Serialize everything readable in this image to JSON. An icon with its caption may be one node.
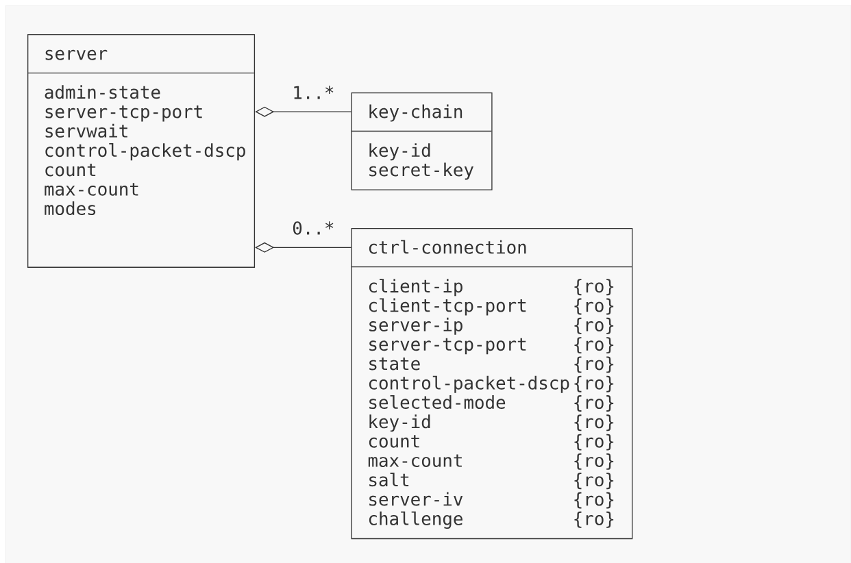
{
  "diagram": {
    "nodes": [
      {
        "text": [
          "server",
          "admin-state",
          "server-tcp-port",
          "servwait",
          "control-packet-dscp",
          "count",
          "max-count",
          "modes"
        ]
      },
      {
        "text": [
          "key-chain",
          "key-id",
          "secret-key"
        ]
      },
      {
        "text": [
          "ctrl-connection",
          "client-ip",
          "{ro}",
          "client-tcp-port",
          "{ro}",
          "server-ip",
          "{ro}",
          "server-tcp-port",
          "{ro}",
          "state",
          "{ro}",
          "control-packet-dscp",
          "{ro}",
          "selected-mode",
          "{ro}",
          "key-id",
          "{ro}",
          "count",
          "{ro}",
          "max-count",
          "{ro}",
          "salt",
          "{ro}",
          "server-iv",
          "{ro}",
          "challenge",
          "{ro}"
        ]
      }
    ],
    "edges": [
      {
        "from": 0,
        "to": 1,
        "arrow": "other",
        "label": "1..*"
      },
      {
        "from": 0,
        "to": 2,
        "arrow": "other",
        "label": "0..*"
      }
    ]
  }
}
